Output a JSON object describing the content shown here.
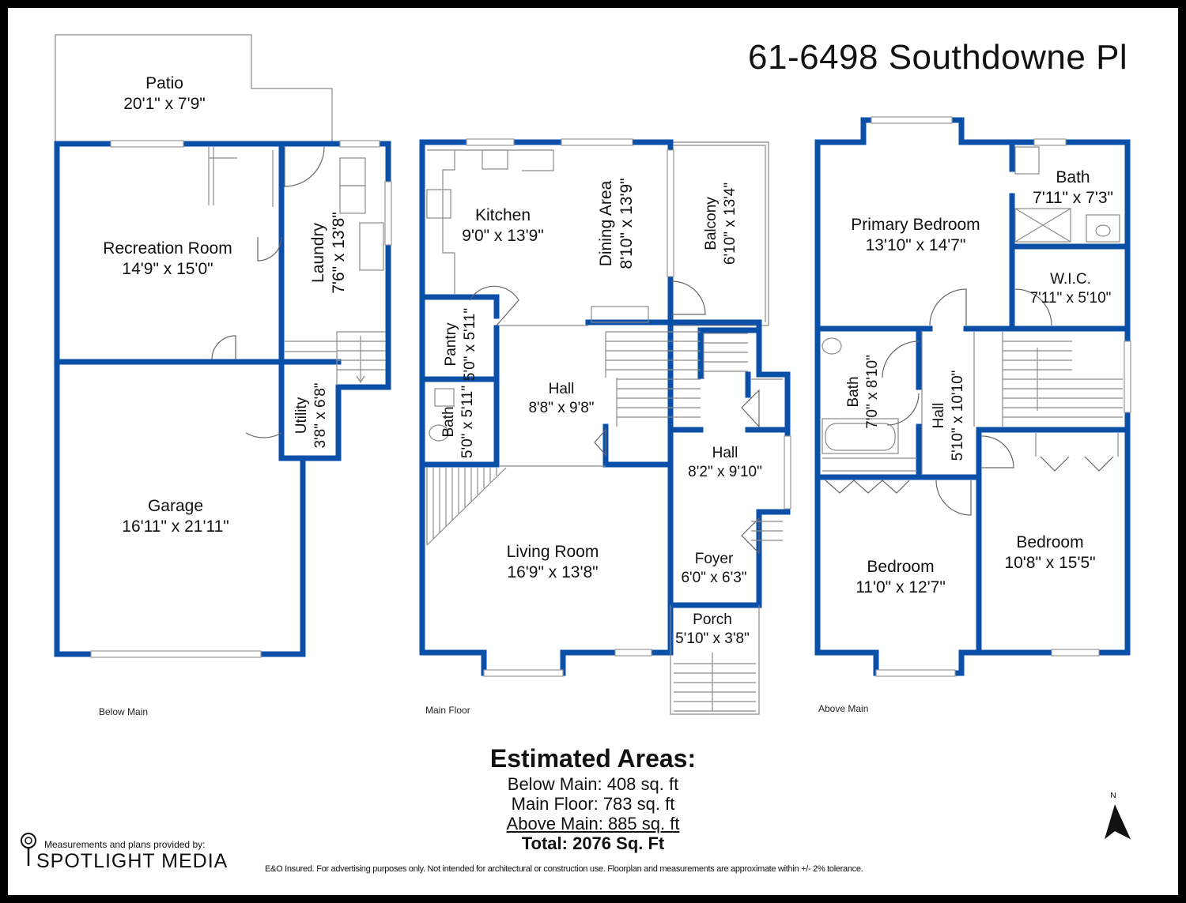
{
  "title": "61-6498 Southdowne Pl",
  "colors": {
    "wall": "#0a4fa8",
    "frame": "#000000",
    "background": "#ffffff"
  },
  "floors": {
    "below_main": "Below Main",
    "main_floor": "Main Floor",
    "above_main": "Above Main"
  },
  "rooms": {
    "patio": {
      "name": "Patio",
      "dims": "20'1\" x 7'9\""
    },
    "recreation": {
      "name": "Recreation Room",
      "dims": "14'9\" x 15'0\""
    },
    "laundry": {
      "name": "Laundry",
      "dims": "7'6\" x 13'8\""
    },
    "utility": {
      "name": "Utility",
      "dims": "3'8\" x 6'8\""
    },
    "garage": {
      "name": "Garage",
      "dims": "16'11\" x 21'11\""
    },
    "kitchen": {
      "name": "Kitchen",
      "dims": "9'0\" x 13'9\""
    },
    "dining": {
      "name": "Dining Area",
      "dims": "8'10\" x 13'9\""
    },
    "balcony": {
      "name": "Balcony",
      "dims": "6'10\" x 13'4\""
    },
    "pantry": {
      "name": "Pantry",
      "dims": "5'0\" x 5'11\""
    },
    "main_bath": {
      "name": "Bath",
      "dims": "5'0\" x 5'11\""
    },
    "main_hall_1": {
      "name": "Hall",
      "dims": "8'8\" x 9'8\""
    },
    "main_hall_2": {
      "name": "Hall",
      "dims": "8'2\" x 9'10\""
    },
    "living": {
      "name": "Living Room",
      "dims": "16'9\" x 13'8\""
    },
    "foyer": {
      "name": "Foyer",
      "dims": "6'0\" x 6'3\""
    },
    "porch": {
      "name": "Porch",
      "dims": "5'10\" x 3'8\""
    },
    "primary": {
      "name": "Primary Bedroom",
      "dims": "13'10\" x 14'7\""
    },
    "ensuite": {
      "name": "Bath",
      "dims": "7'11\" x 7'3\""
    },
    "wic": {
      "name": "W.I.C.",
      "dims": "7'11\" x 5'10\""
    },
    "upper_bath": {
      "name": "Bath",
      "dims": "7'0\" x 8'10\""
    },
    "upper_hall": {
      "name": "Hall",
      "dims": "5'10\" x 10'10\""
    },
    "bedroom_1": {
      "name": "Bedroom",
      "dims": "11'0\" x 12'7\""
    },
    "bedroom_2": {
      "name": "Bedroom",
      "dims": "10'8\" x 15'5\""
    }
  },
  "areas": {
    "heading": "Estimated Areas:",
    "below_main": "Below Main: 408 sq. ft",
    "main_floor": "Main Floor: 783 sq. ft",
    "above_main": "Above Main: 885 sq. ft",
    "total": "Total: 2076 Sq. Ft"
  },
  "credit": {
    "line1": "Measurements and plans provided by:",
    "brand": "SPOTLIGHT MEDIA"
  },
  "disclaimer": "E&O Insured. For advertising purposes only. Not intended for architectural or construction use. Floorplan and measurements are approximate within +/- 2% tolerance.",
  "north_label": "N",
  "icons": {
    "north_arrow": "north-arrow-icon",
    "logo": "lightbulb-logo-icon"
  }
}
